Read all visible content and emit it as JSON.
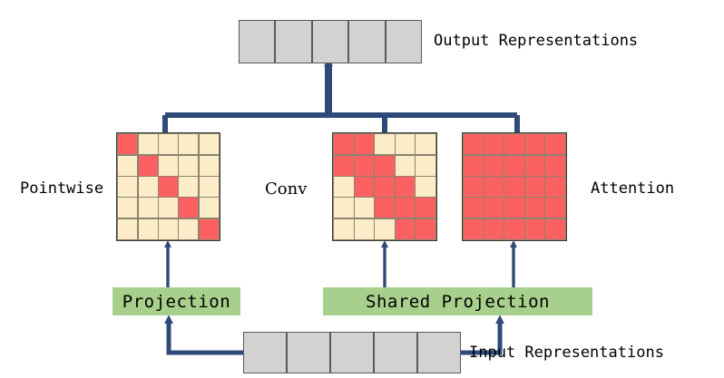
{
  "diagram": {
    "title_visible": false,
    "palette": {
      "arrow": "#2e4a79",
      "token_fill": "#d2d2d2",
      "token_stroke": "#5a5a5a",
      "matrix_on": "#fb6161",
      "matrix_off": "#fcedc8",
      "matrix_grid": "#3a3a32",
      "green_box": "#a8d08d",
      "text": "#000000",
      "background": "#ffffff"
    },
    "output_row": {
      "label": "Output Representations",
      "cell_count": 5,
      "cells": [
        "",
        "",
        "",
        "",
        ""
      ]
    },
    "input_row": {
      "label": "Input Representations",
      "cell_count": 5,
      "cells": [
        "",
        "",
        "",
        "",
        ""
      ]
    },
    "projection_boxes": [
      {
        "id": "projection",
        "label": "Projection"
      },
      {
        "id": "shared-projection",
        "label": "Shared Projection"
      }
    ],
    "matrices": [
      {
        "id": "pointwise",
        "label": "Pointwise",
        "label_font": "mono",
        "rows": 5,
        "cols": 5,
        "pattern": [
          [
            1,
            0,
            0,
            0,
            0
          ],
          [
            0,
            1,
            0,
            0,
            0
          ],
          [
            0,
            0,
            1,
            0,
            0
          ],
          [
            0,
            0,
            0,
            1,
            0
          ],
          [
            0,
            0,
            0,
            0,
            1
          ]
        ]
      },
      {
        "id": "conv",
        "label": "Conv",
        "label_font": "serif",
        "rows": 5,
        "cols": 5,
        "pattern": [
          [
            1,
            1,
            0,
            0,
            0
          ],
          [
            1,
            1,
            1,
            0,
            0
          ],
          [
            0,
            1,
            1,
            1,
            0
          ],
          [
            0,
            0,
            1,
            1,
            1
          ],
          [
            0,
            0,
            0,
            1,
            1
          ]
        ]
      },
      {
        "id": "attention",
        "label": "Attention",
        "label_font": "mono",
        "rows": 5,
        "cols": 5,
        "pattern": [
          [
            1,
            1,
            1,
            1,
            1
          ],
          [
            1,
            1,
            1,
            1,
            1
          ],
          [
            1,
            1,
            1,
            1,
            1
          ],
          [
            1,
            1,
            1,
            1,
            1
          ],
          [
            1,
            1,
            1,
            1,
            1
          ]
        ]
      }
    ]
  }
}
